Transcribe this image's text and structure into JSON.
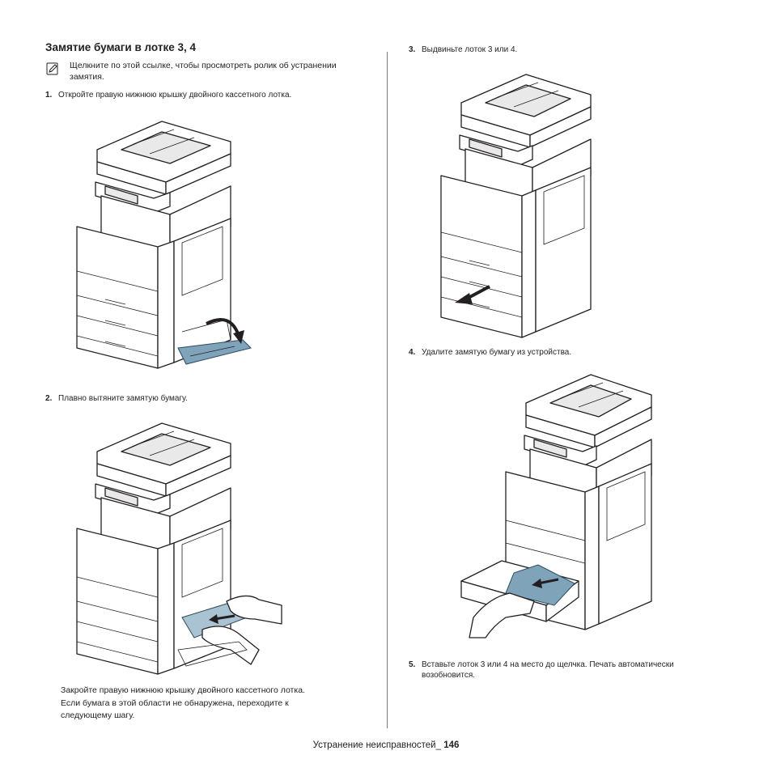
{
  "section": {
    "title": "Замятие бумаги в лотке 3, 4",
    "note_icon": "note-pencil-icon",
    "note": "Щелкните по этой ссылке, чтобы просмотреть ролик об устранении замятия."
  },
  "steps": [
    {
      "number": "1.",
      "text": "Откройте правую нижнюю крышку двойного кассетного лотка."
    },
    {
      "number": "2.",
      "text": "Плавно вытяните замятую бумагу."
    },
    {
      "number": "3.",
      "text": "Выдвиньте лоток 3 или 4."
    },
    {
      "number": "4.",
      "text": "Удалите замятую бумагу из устройства."
    },
    {
      "number": "5.",
      "text": "Вставьте лоток 3 или 4 на место до щелчка. Печать автоматически возобновится."
    }
  ],
  "after_step2": {
    "line1": "Закройте правую нижнюю крышку двойного кассетного лотка.",
    "line2": "Если бумага в этой области не обнаружена, переходите к следующему шагу."
  },
  "footer": {
    "label": "Устранение неисправностей_",
    "page": "146"
  },
  "colors": {
    "text": "#231f20",
    "paper_highlight": "#7fa3b9"
  }
}
